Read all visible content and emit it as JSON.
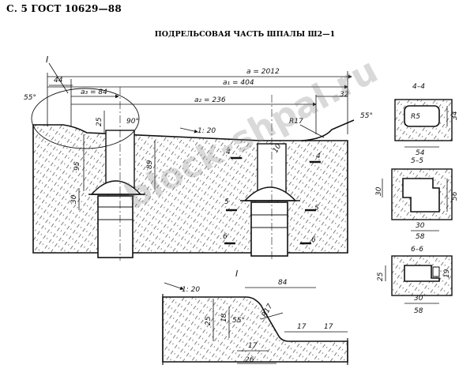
{
  "header": "С. 5 ГОСТ 10629—88",
  "title": "ПОДРЕЛЬСОВАЯ ЧАСТЬ ШПАЛЫ Ш2—1",
  "watermark": "block-shpal.ru",
  "dims": {
    "a": "a = 2012",
    "a1": "a₁ = 404",
    "a3": "a₃ = 84",
    "a2": "a₂ = 236",
    "d44": "44",
    "d32": "32",
    "ang55_left": "55°",
    "ang55_right": "55°",
    "ang90": "90°",
    "d25": "25",
    "d95": "95",
    "d89": "89",
    "d30": "30",
    "slope": "1: 20",
    "r17": "R17",
    "d10": "10",
    "roman1_top": "I",
    "roman1_bottom": "I"
  },
  "sections": {
    "s44": "4–4",
    "s55": "5–5",
    "s66": "6–6",
    "cut4": "4",
    "cut5": "5",
    "cut6": "6",
    "r5": "R5",
    "d34": "34",
    "d54": "54",
    "d30a": "30",
    "d56": "56",
    "d30b": "30",
    "d58a": "58",
    "d25": "25",
    "d19": "19",
    "d30c": "30",
    "d58b": "58"
  },
  "detail": {
    "slope": "1: 20",
    "d84": "84",
    "d25": "25",
    "d18": "18",
    "ang55": "55°",
    "r17": "R17",
    "d17a": "17",
    "d17b": "17",
    "d17c": "17",
    "d26": "26"
  }
}
